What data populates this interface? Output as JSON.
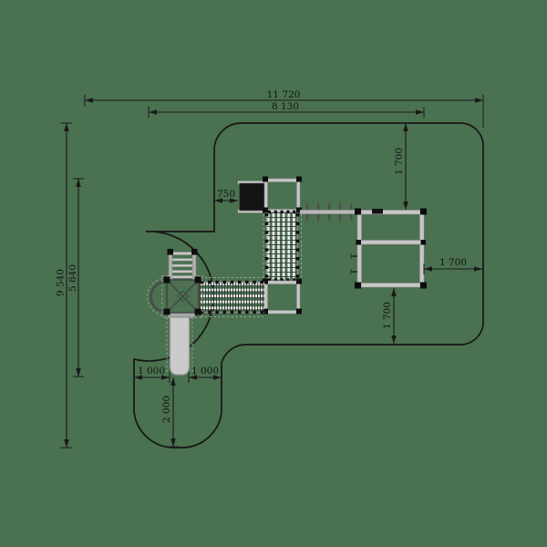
{
  "drawing": {
    "type": "playground-equipment-plan",
    "background_color": "#4a7150",
    "line_color": "#1a1a1a",
    "equipment_fill": "#c6c6c6",
    "post_color": "#0d0d0d",
    "net_stripe_color": "#ebebeb",
    "net_rope_color": "#353535",
    "slide_fill": "#cbcbcb",
    "dimensions": {
      "overall_width": "11 720",
      "equipment_width": "8 130",
      "overall_height": "9 540",
      "equipment_height": "5 840",
      "platform_offset": "750",
      "clearance_top_right": "1 700",
      "clearance_right": "1 700",
      "clearance_bottom_right": "1 700",
      "slide_clearance_left": "1 000",
      "slide_clearance_right": "1 000",
      "slide_runout": "2 000"
    },
    "equipment_components": [
      "safety-zone-outline",
      "black-platform",
      "top-platform",
      "vertical-net-bridge",
      "bottom-platform",
      "horizontal-net-bridge",
      "monkey-bars",
      "right-frame-unit",
      "tower-with-pyramid-roof",
      "access-ladder",
      "arc-climber",
      "slide"
    ]
  }
}
